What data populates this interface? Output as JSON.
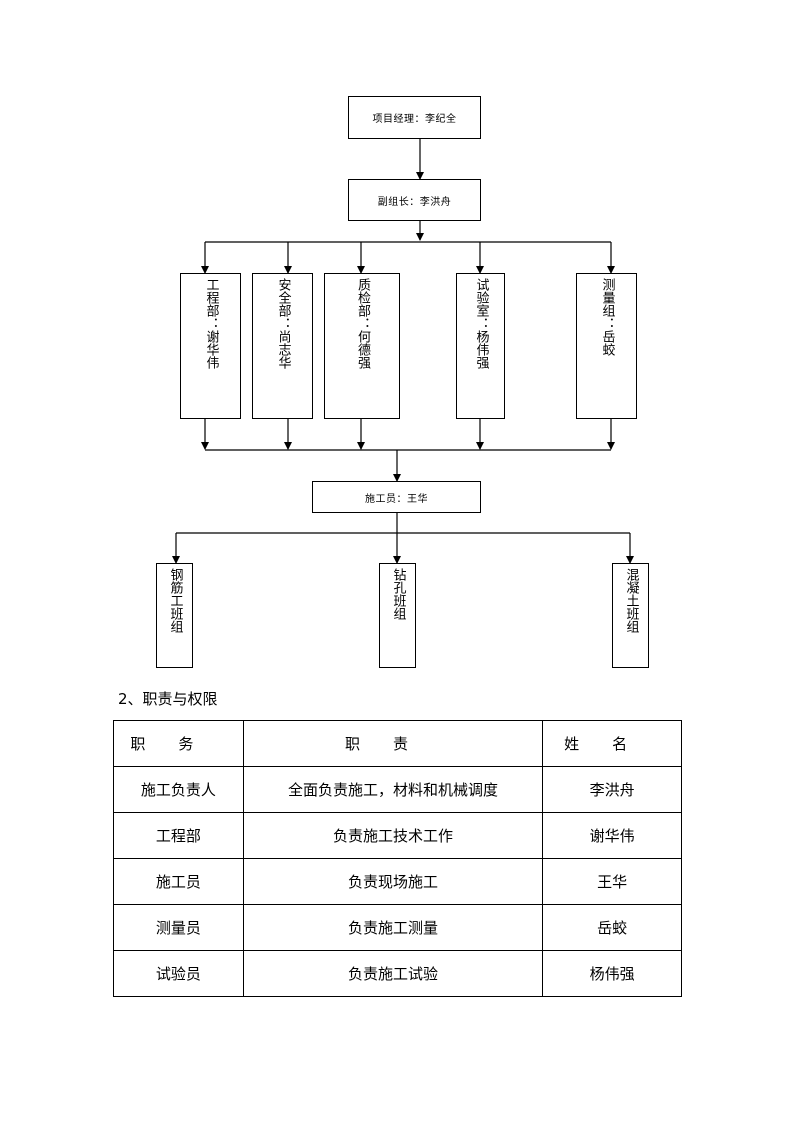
{
  "org_chart": {
    "manager": "项目经理：李纪全",
    "deputy": "副组长：李洪舟",
    "departments": [
      {
        "key": "engineering",
        "label": "工程部：谢华伟"
      },
      {
        "key": "safety",
        "label": "安全部：尚志华"
      },
      {
        "key": "quality",
        "label": "质检部：何德强"
      },
      {
        "key": "lab",
        "label": "试验室：杨伟强"
      },
      {
        "key": "survey",
        "label": "测量组：岳蛟"
      }
    ],
    "supervisor": "施工员：王华",
    "teams": [
      {
        "key": "rebar",
        "label": "钢筋工班组"
      },
      {
        "key": "drilling",
        "label": "钻孔班组"
      },
      {
        "key": "concrete",
        "label": "混凝土班组"
      }
    ]
  },
  "section": {
    "heading": "2、职责与权限"
  },
  "duty_table": {
    "headers": [
      "职务",
      "职责",
      "姓名"
    ],
    "rows": [
      [
        "施工负责人",
        "全面负责施工，材料和机械调度",
        "李洪舟"
      ],
      [
        "工程部",
        "负责施工技术工作",
        "谢华伟"
      ],
      [
        "施工员",
        "负责现场施工",
        "王华"
      ],
      [
        "测量员",
        "负责施工测量",
        "岳蛟"
      ],
      [
        "试验员",
        "负责施工试验",
        "杨伟强"
      ]
    ]
  }
}
